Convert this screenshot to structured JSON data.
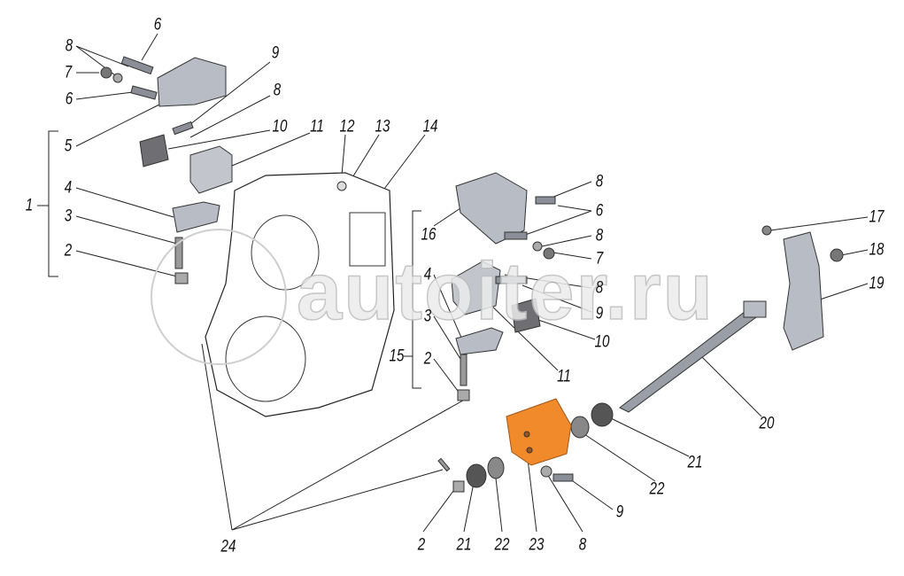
{
  "watermark": "autoiter.ru",
  "colors": {
    "highlight": "#f08a2a",
    "part": "#b8bcc4",
    "line": "#222222"
  },
  "labels": {
    "l6a": "6",
    "l8a": "8",
    "l7a": "7",
    "l6b": "6",
    "l9a": "9",
    "l8b": "8",
    "l5": "5",
    "l10a": "10",
    "l11a": "11",
    "l12": "12",
    "l13": "13",
    "l14": "14",
    "l1": "1",
    "l4a": "4",
    "l3a": "3",
    "l2a": "2",
    "l8c": "8",
    "l6c": "6",
    "l16": "16",
    "l8d": "8",
    "l7b": "7",
    "l17": "17",
    "l18": "18",
    "l19": "19",
    "l4b": "4",
    "l8e": "8",
    "l9b": "9",
    "l10b": "10",
    "l3b": "3",
    "l15": "15",
    "l2b": "2",
    "l11b": "11",
    "l20": "20",
    "l21a": "21",
    "l22a": "22",
    "l9c": "9",
    "l24": "24",
    "l2c": "2",
    "l21b": "21",
    "l22b": "22",
    "l23": "23",
    "l8f": "8"
  }
}
